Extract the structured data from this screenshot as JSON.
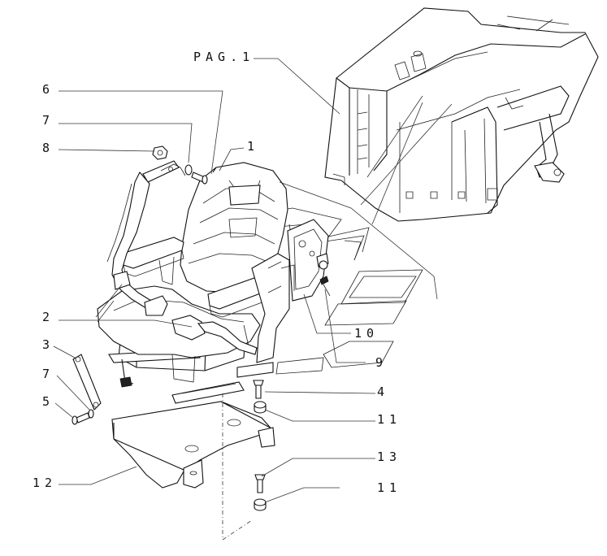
{
  "callouts": {
    "pag": "PAG.1",
    "c1": "1",
    "c2": "2",
    "c3": "3",
    "c4": "4",
    "c5": "5",
    "c6": "6",
    "c7a": "7",
    "c7b": "7",
    "c8": "8",
    "c9": "9",
    "c10": "10",
    "c11a": "11",
    "c11b": "11",
    "c12": "12",
    "c13": "13"
  }
}
